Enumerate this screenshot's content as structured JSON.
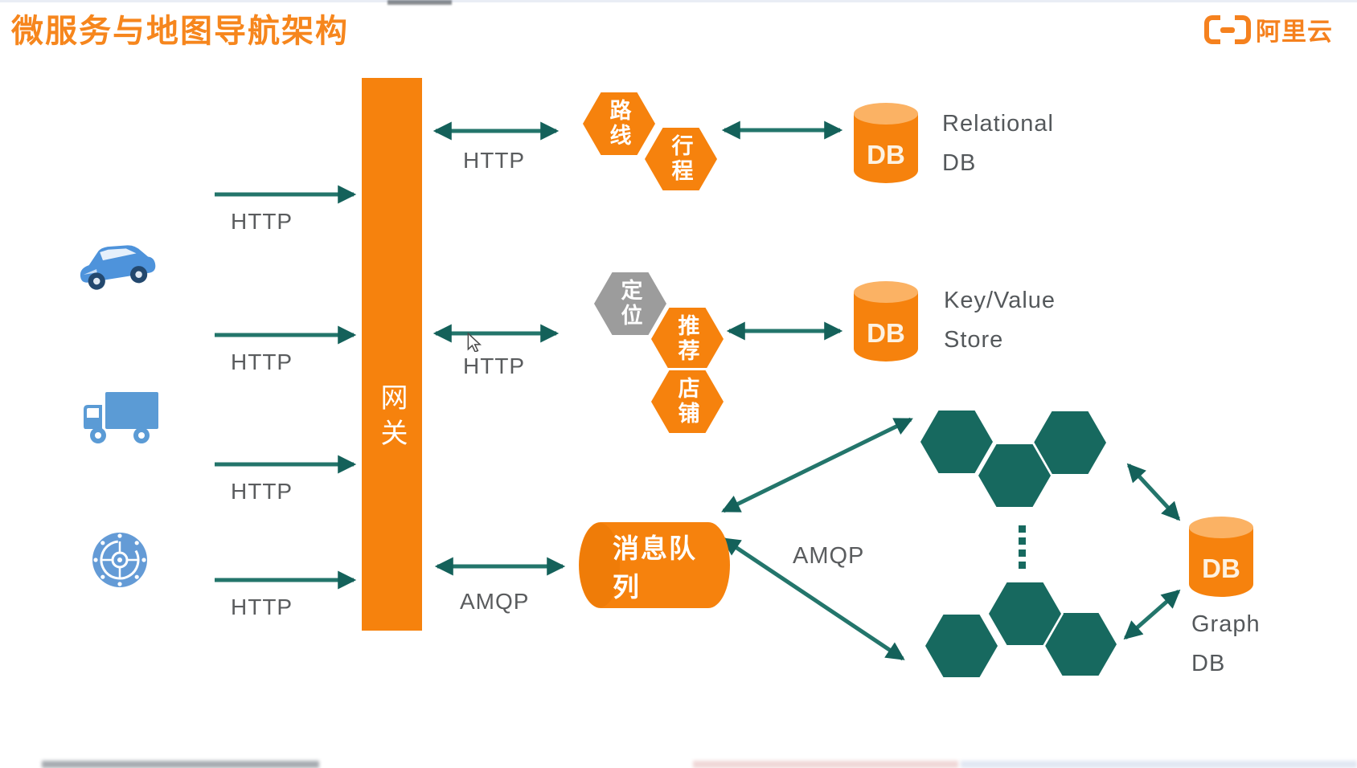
{
  "title": "微服务与地图导航架构",
  "logo": {
    "brand": "阿里云"
  },
  "gateway": {
    "label": "网关"
  },
  "left_flows": [
    {
      "protocol": "HTTP"
    },
    {
      "protocol": "HTTP"
    },
    {
      "protocol": "HTTP"
    },
    {
      "protocol": "HTTP"
    }
  ],
  "right_flows": {
    "routes_http": "HTTP",
    "locate_http": "HTTP",
    "queue_amqp": "AMQP",
    "cluster_amqp": "AMQP"
  },
  "services": {
    "route": {
      "label": "路线"
    },
    "trip": {
      "label": "行程"
    },
    "locate": {
      "label": "定位"
    },
    "recommend": {
      "label": "推荐"
    },
    "shop": {
      "label": "店铺"
    }
  },
  "queue": {
    "label": "消息队列"
  },
  "databases": {
    "relational": {
      "cylinder": "DB",
      "name_line1": "Relational",
      "name_line2": "DB"
    },
    "keyvalue": {
      "cylinder": "DB",
      "name_line1": "Key/Value",
      "name_line2": "Store"
    },
    "graph": {
      "cylinder": "DB",
      "name_line1": "Graph",
      "name_line2": "DB"
    }
  },
  "icons": {
    "clients": [
      "car-icon",
      "truck-icon",
      "helm-icon"
    ],
    "brand": "alibaba-cloud-logo-icon"
  },
  "colors": {
    "orange": "#f6820d",
    "orange_light_top": "#fbb264",
    "title_orange": "#f6861d",
    "teal_arrow": "#1d6e64",
    "teal_hex": "#17695f",
    "gray_hex": "#9c9c9c",
    "gray_text": "#5a5c5e",
    "blue_icon": "#5b9bd5"
  }
}
